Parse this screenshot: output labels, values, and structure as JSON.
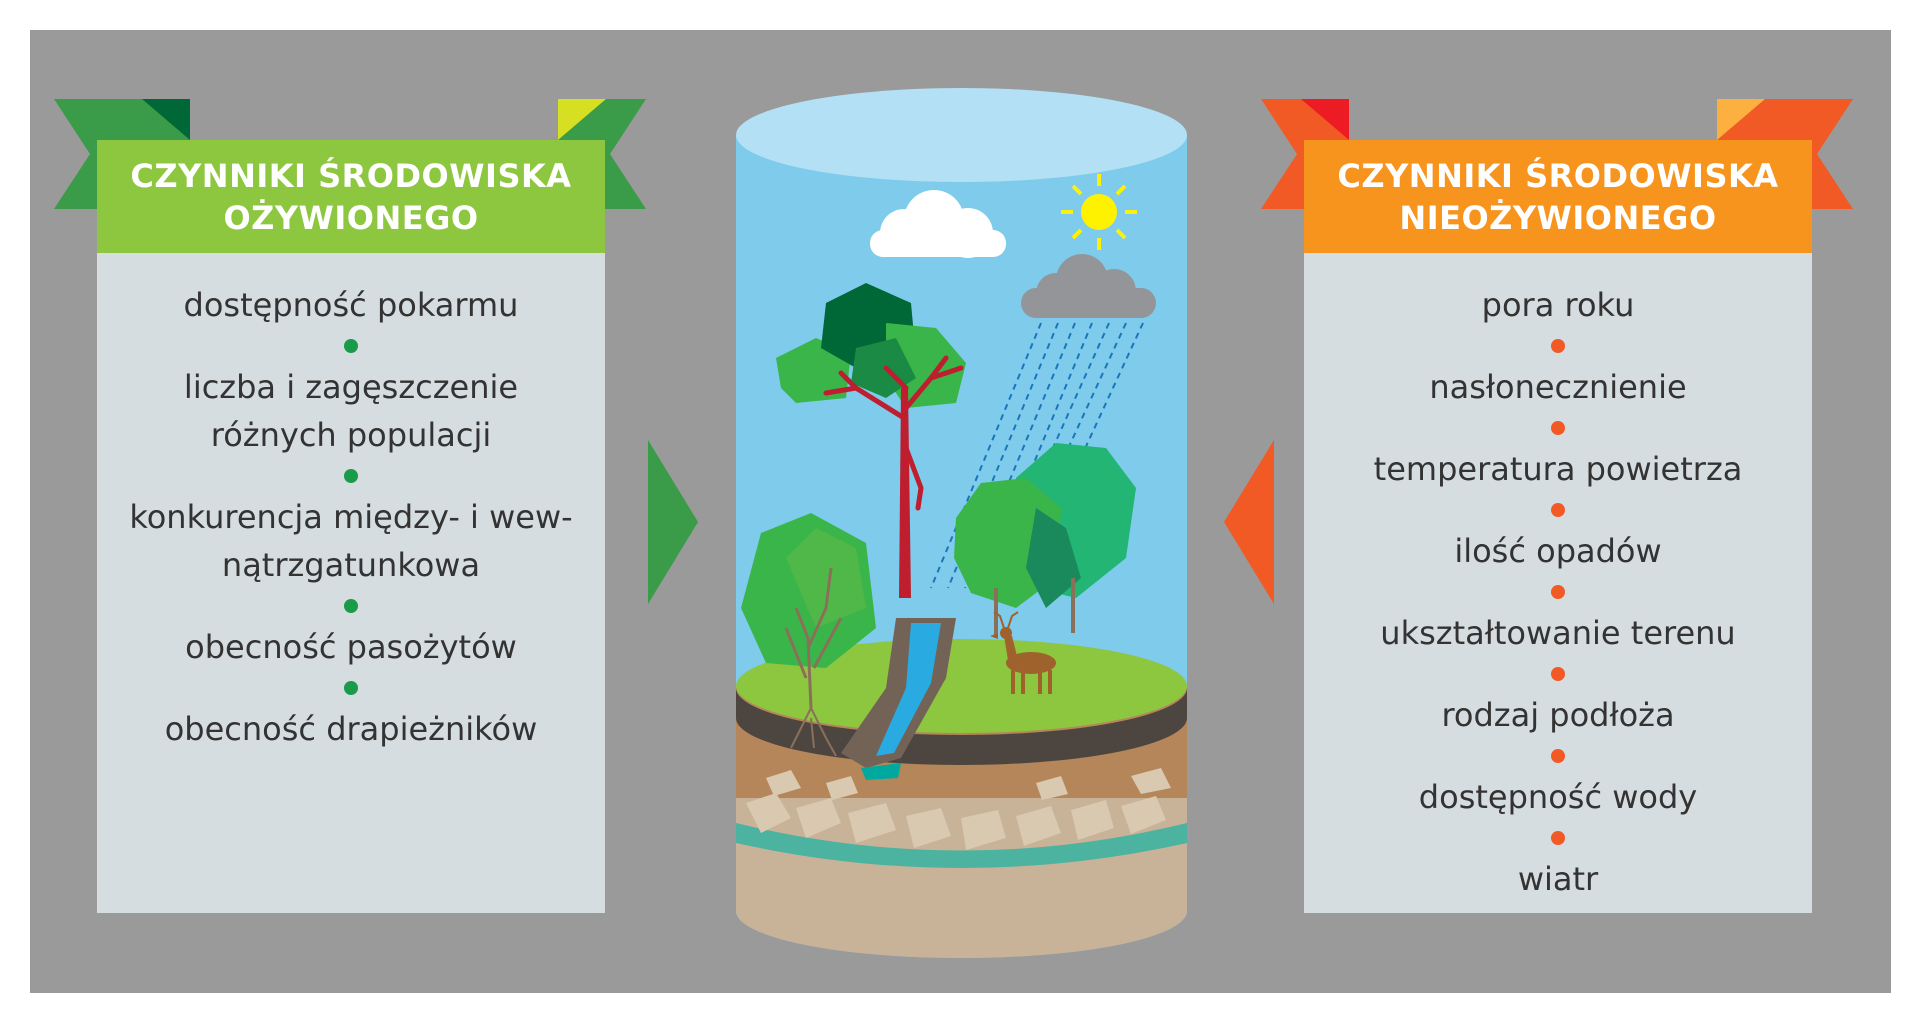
{
  "left_panel": {
    "title_line1": "CZYNNIKI ŚRODOWISKA",
    "title_line2": "OŻYWIONEGO",
    "items": [
      {
        "lines": [
          "dostępność pokarmu"
        ]
      },
      {
        "lines": [
          "liczba i zagęszczenie",
          "różnych populacji"
        ]
      },
      {
        "lines": [
          "konkurencja między- i wew-",
          "nątrzgatunkowa"
        ]
      },
      {
        "lines": [
          "obecność pasożytów"
        ]
      },
      {
        "lines": [
          "obecność drapieżników"
        ]
      }
    ]
  },
  "right_panel": {
    "title_line1": "CZYNNIKI ŚRODOWISKA",
    "title_line2": "NIEOŻYWIONEGO",
    "items": [
      {
        "lines": [
          "pora roku"
        ]
      },
      {
        "lines": [
          "nasłonecznienie"
        ]
      },
      {
        "lines": [
          "temperatura powietrza"
        ]
      },
      {
        "lines": [
          "ilość opadów"
        ]
      },
      {
        "lines": [
          "ukształtowanie terenu"
        ]
      },
      {
        "lines": [
          "rodzaj podłoża"
        ]
      },
      {
        "lines": [
          "dostępność wody"
        ]
      },
      {
        "lines": [
          "wiatr"
        ]
      }
    ]
  },
  "colors": {
    "background": "#9a9a9a",
    "panel": "#d6dde0",
    "green_header": "#8dc63f",
    "green_ribbon": "#3a9b48",
    "orange_header": "#f7941d",
    "orange_ribbon": "#f15a24",
    "sky": "#7ecbec",
    "grass": "#8dc63f",
    "soil": "#b5865a"
  }
}
